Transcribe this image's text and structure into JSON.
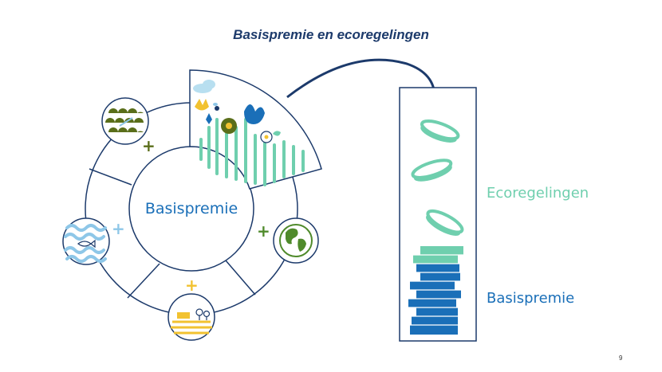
{
  "title": "Basispremie en ecoregelingen",
  "circle": {
    "center_label": "Basispremie",
    "plus_signs": [
      "+",
      "+",
      "+",
      "+"
    ],
    "icons": [
      "landscape-icon",
      "water-fish-icon",
      "farm-field-icon",
      "earth-globe-icon",
      "flower-meadow-icon"
    ]
  },
  "stack": {
    "eco_label": "Ecoregelingen",
    "basis_label": "Basispremie"
  },
  "colors": {
    "navy": "#1c3a6b",
    "basis_blue": "#1a6fb8",
    "eco_green": "#6fcfae",
    "olive": "#5a6e1a",
    "light_blue": "#8ec7e8",
    "yellow": "#f2c230",
    "earth_green": "#4f8a2b"
  },
  "page_number": "9"
}
